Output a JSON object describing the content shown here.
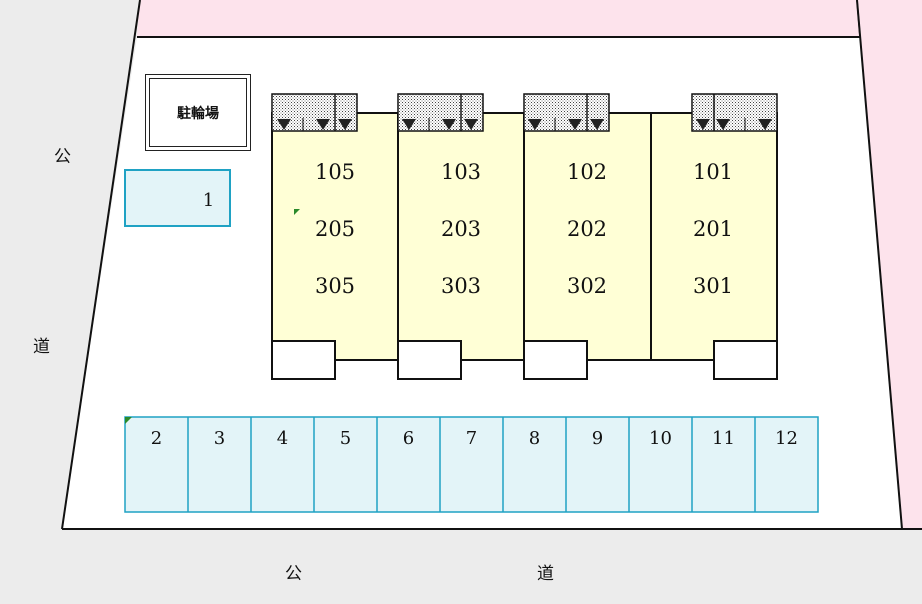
{
  "bike_parking": {
    "label": "駐輪場"
  },
  "road_labels": [
    "公",
    "道",
    "公",
    "道"
  ],
  "units": {
    "row_top": [
      "105",
      "103",
      "102",
      "101"
    ],
    "row_mid": [
      "205",
      "203",
      "202",
      "201"
    ],
    "row_bottom": [
      "305",
      "303",
      "302",
      "301"
    ]
  },
  "parking": {
    "top_slot": "1",
    "bottom_slots": [
      "2",
      "3",
      "4",
      "5",
      "6",
      "7",
      "8",
      "9",
      "10",
      "11",
      "12"
    ]
  },
  "colors": {
    "background": "#ececec",
    "site": "#ffffff",
    "neighbor": "#fde3ec",
    "building": "#ffffd6",
    "parking_fill": "#e3f4f8",
    "parking_border": "#1fa2c4"
  }
}
